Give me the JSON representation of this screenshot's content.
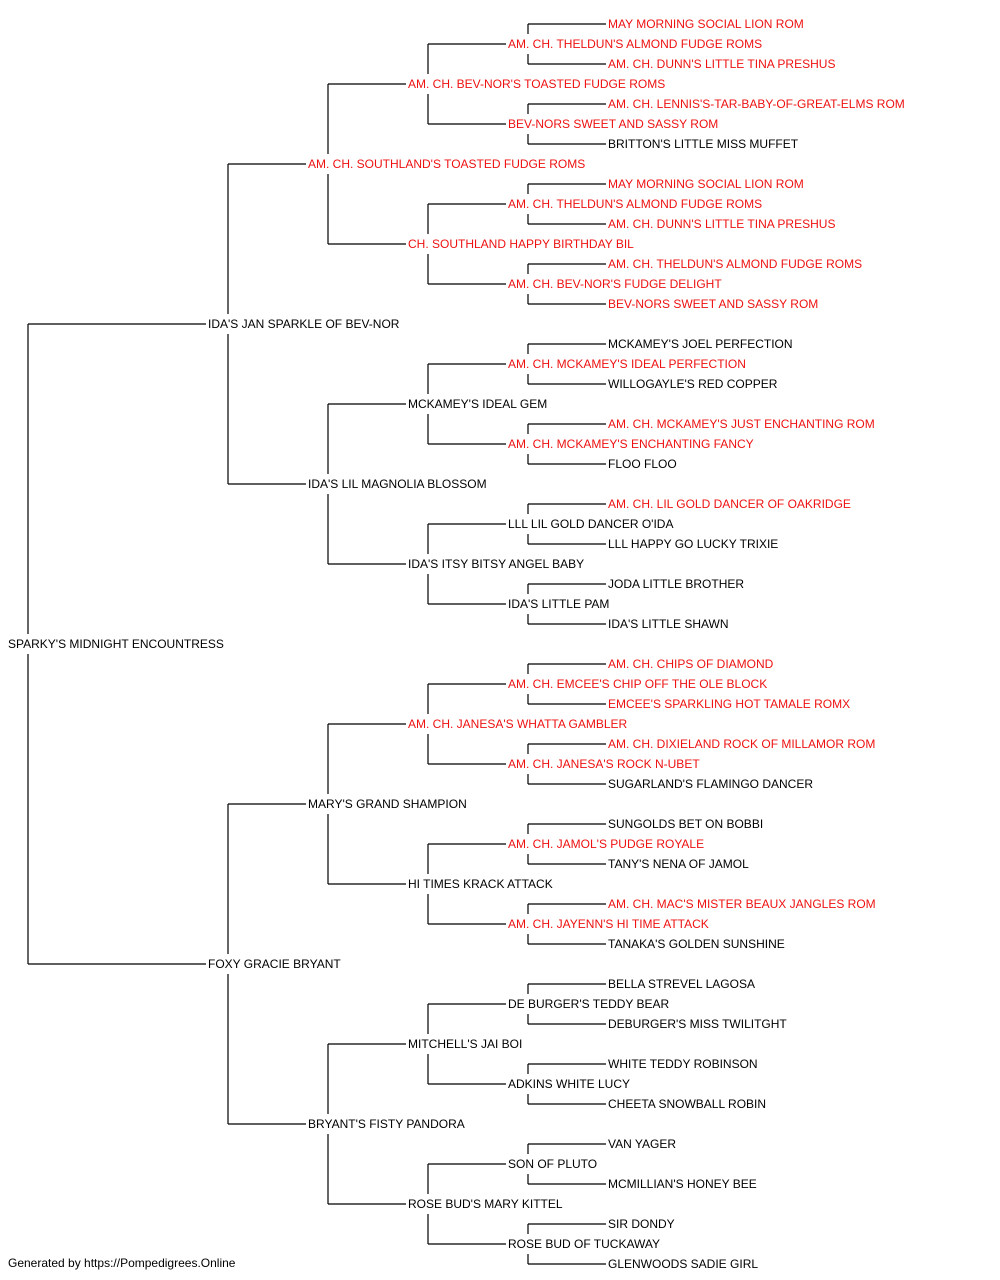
{
  "colors": {
    "champion": "#ee1111",
    "normal": "#000000",
    "line": "#000000"
  },
  "footer": "Generated by https://Pompedigrees.Online",
  "pedigree": {
    "name": "SPARKY'S MIDNIGHT ENCOUNTRESS",
    "champ": false,
    "sire": {
      "name": "IDA'S JAN SPARKLE OF BEV-NOR",
      "champ": false,
      "sire": {
        "name": "AM. CH. SOUTHLAND'S TOASTED FUDGE ROMS",
        "champ": true,
        "sire": {
          "name": "AM. CH. BEV-NOR'S TOASTED FUDGE ROMS",
          "champ": true,
          "sire": {
            "name": "AM. CH. THELDUN'S ALMOND FUDGE ROMS",
            "champ": true,
            "sire": {
              "name": "MAY MORNING SOCIAL LION ROM",
              "champ": true
            },
            "dam": {
              "name": "AM. CH. DUNN'S LITTLE TINA PRESHUS",
              "champ": true
            }
          },
          "dam": {
            "name": "BEV-NORS SWEET AND SASSY ROM",
            "champ": true,
            "sire": {
              "name": "AM. CH. LENNIS'S-TAR-BABY-OF-GREAT-ELMS ROM",
              "champ": true
            },
            "dam": {
              "name": "BRITTON'S LITTLE MISS MUFFET",
              "champ": false
            }
          }
        },
        "dam": {
          "name": "CH. SOUTHLAND HAPPY BIRTHDAY BIL",
          "champ": true,
          "sire": {
            "name": "AM. CH. THELDUN'S ALMOND FUDGE ROMS",
            "champ": true,
            "sire": {
              "name": "MAY MORNING SOCIAL LION ROM",
              "champ": true
            },
            "dam": {
              "name": "AM. CH. DUNN'S LITTLE TINA PRESHUS",
              "champ": true
            }
          },
          "dam": {
            "name": "AM. CH. BEV-NOR'S FUDGE DELIGHT",
            "champ": true,
            "sire": {
              "name": "AM. CH. THELDUN'S ALMOND FUDGE ROMS",
              "champ": true
            },
            "dam": {
              "name": "BEV-NORS SWEET AND SASSY ROM",
              "champ": true
            }
          }
        }
      },
      "dam": {
        "name": "IDA'S LIL MAGNOLIA BLOSSOM",
        "champ": false,
        "sire": {
          "name": "MCKAMEY'S IDEAL GEM",
          "champ": false,
          "sire": {
            "name": "AM. CH. MCKAMEY'S IDEAL PERFECTION",
            "champ": true,
            "sire": {
              "name": "MCKAMEY'S JOEL PERFECTION",
              "champ": false
            },
            "dam": {
              "name": "WILLOGAYLE'S RED COPPER",
              "champ": false
            }
          },
          "dam": {
            "name": "AM. CH. MCKAMEY'S ENCHANTING FANCY",
            "champ": true,
            "sire": {
              "name": "AM. CH. MCKAMEY'S JUST ENCHANTING ROM",
              "champ": true
            },
            "dam": {
              "name": "FLOO FLOO",
              "champ": false
            }
          }
        },
        "dam": {
          "name": "IDA'S ITSY BITSY ANGEL BABY",
          "champ": false,
          "sire": {
            "name": "LLL LIL GOLD DANCER O'IDA",
            "champ": false,
            "sire": {
              "name": "AM. CH. LIL GOLD DANCER OF OAKRIDGE",
              "champ": true
            },
            "dam": {
              "name": "LLL HAPPY GO LUCKY TRIXIE",
              "champ": false
            }
          },
          "dam": {
            "name": "IDA'S LITTLE PAM",
            "champ": false,
            "sire": {
              "name": "JODA LITTLE BROTHER",
              "champ": false
            },
            "dam": {
              "name": "IDA'S LITTLE SHAWN",
              "champ": false
            }
          }
        }
      }
    },
    "dam": {
      "name": "FOXY GRACIE BRYANT",
      "champ": false,
      "sire": {
        "name": "MARY'S GRAND SHAMPION",
        "champ": false,
        "sire": {
          "name": "AM. CH. JANESA'S WHATTA GAMBLER",
          "champ": true,
          "sire": {
            "name": "AM. CH. EMCEE'S CHIP OFF THE OLE BLOCK",
            "champ": true,
            "sire": {
              "name": "AM. CH. CHIPS OF DIAMOND",
              "champ": true
            },
            "dam": {
              "name": "EMCEE'S SPARKLING HOT TAMALE ROMX",
              "champ": true
            }
          },
          "dam": {
            "name": "AM. CH. JANESA'S ROCK N-UBET",
            "champ": true,
            "sire": {
              "name": "AM. CH. DIXIELAND ROCK OF MILLAMOR ROM",
              "champ": true
            },
            "dam": {
              "name": "SUGARLAND'S FLAMINGO DANCER",
              "champ": false
            }
          }
        },
        "dam": {
          "name": "HI TIMES KRACK ATTACK",
          "champ": false,
          "sire": {
            "name": "AM. CH. JAMOL'S PUDGE ROYALE",
            "champ": true,
            "sire": {
              "name": "SUNGOLDS BET ON BOBBI",
              "champ": false
            },
            "dam": {
              "name": "TANY'S NENA OF JAMOL",
              "champ": false
            }
          },
          "dam": {
            "name": "AM. CH. JAYENN'S HI TIME ATTACK",
            "champ": true,
            "sire": {
              "name": "AM. CH. MAC'S MISTER BEAUX JANGLES ROM",
              "champ": true
            },
            "dam": {
              "name": "TANAKA'S GOLDEN SUNSHINE",
              "champ": false
            }
          }
        }
      },
      "dam": {
        "name": "BRYANT'S FISTY PANDORA",
        "champ": false,
        "sire": {
          "name": "MITCHELL'S JAI BOI",
          "champ": false,
          "sire": {
            "name": "DE BURGER'S TEDDY BEAR",
            "champ": false,
            "sire": {
              "name": "BELLA STREVEL LAGOSA",
              "champ": false
            },
            "dam": {
              "name": "DEBURGER'S MISS TWILITGHT",
              "champ": false
            }
          },
          "dam": {
            "name": "ADKINS WHITE LUCY",
            "champ": false,
            "sire": {
              "name": "WHITE TEDDY ROBINSON",
              "champ": false
            },
            "dam": {
              "name": "CHEETA SNOWBALL ROBIN",
              "champ": false
            }
          }
        },
        "dam": {
          "name": "ROSE BUD'S MARY KITTEL",
          "champ": false,
          "sire": {
            "name": "SON OF PLUTO",
            "champ": false,
            "sire": {
              "name": "VAN YAGER",
              "champ": false
            },
            "dam": {
              "name": "MCMILLIAN'S HONEY BEE",
              "champ": false
            }
          },
          "dam": {
            "name": "ROSE BUD OF TUCKAWAY",
            "champ": false,
            "sire": {
              "name": "SIR DONDY",
              "champ": false
            },
            "dam": {
              "name": "GLENWOODS SADIE GIRL",
              "champ": false
            }
          }
        }
      }
    }
  }
}
